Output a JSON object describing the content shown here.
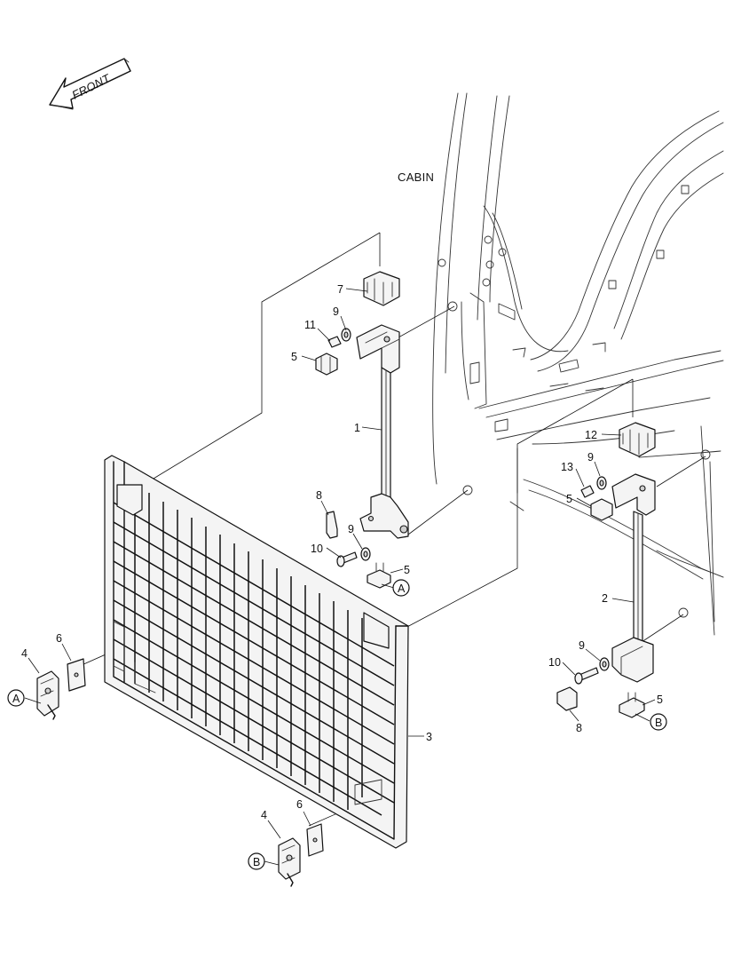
{
  "labels": {
    "front": "FRONT",
    "cabin": "CABIN"
  },
  "callouts": [
    {
      "id": "c7",
      "text": "7"
    },
    {
      "id": "c9a",
      "text": "9"
    },
    {
      "id": "c11",
      "text": "11"
    },
    {
      "id": "c5a",
      "text": "5"
    },
    {
      "id": "c1",
      "text": "1"
    },
    {
      "id": "c8a",
      "text": "8"
    },
    {
      "id": "c10a",
      "text": "10"
    },
    {
      "id": "c9b",
      "text": "9"
    },
    {
      "id": "c5b",
      "text": "5"
    },
    {
      "id": "c12",
      "text": "12"
    },
    {
      "id": "c13",
      "text": "13"
    },
    {
      "id": "c9c",
      "text": "9"
    },
    {
      "id": "c5c",
      "text": "5"
    },
    {
      "id": "c2",
      "text": "2"
    },
    {
      "id": "c9d",
      "text": "9"
    },
    {
      "id": "c10b",
      "text": "10"
    },
    {
      "id": "c5d",
      "text": "5"
    },
    {
      "id": "c8b",
      "text": "8"
    },
    {
      "id": "c4a",
      "text": "4"
    },
    {
      "id": "c6a",
      "text": "6"
    },
    {
      "id": "c3",
      "text": "3"
    },
    {
      "id": "c6b",
      "text": "6"
    },
    {
      "id": "c4b",
      "text": "4"
    }
  ],
  "refs": [
    {
      "id": "rA1",
      "text": "A"
    },
    {
      "id": "rA2",
      "text": "A"
    },
    {
      "id": "rB1",
      "text": "B"
    },
    {
      "id": "rB2",
      "text": "B"
    }
  ]
}
